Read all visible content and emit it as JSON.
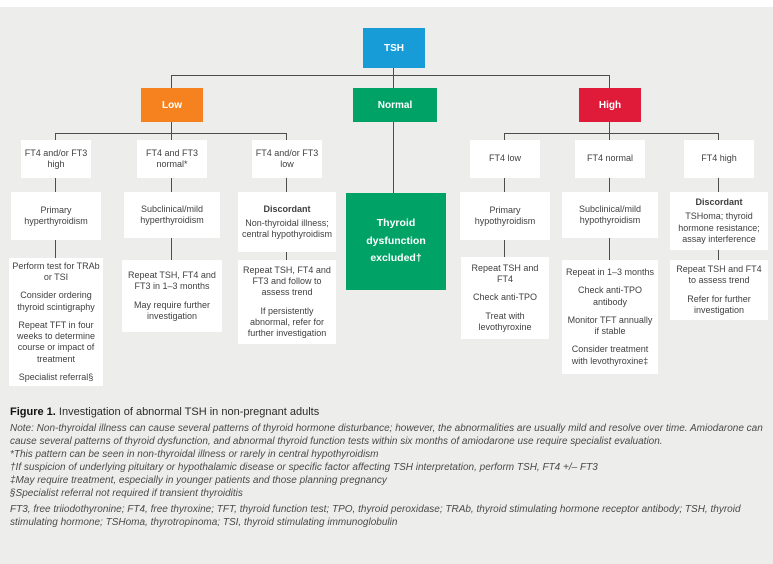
{
  "colors": {
    "root_blue": "#189cd8",
    "low_orange": "#f5821f",
    "normal_green": "#00a266",
    "high_red": "#e01b39",
    "connector_line": "#4d4d4d",
    "panel_background": "#ededeb"
  },
  "figure": {
    "root_label": "TSH",
    "branch_low": "Low",
    "branch_normal": "Normal",
    "branch_high": "High",
    "normal_outcome": "Thyroid dysfunction excluded†",
    "columns": [
      {
        "condition": "FT4 and/or FT3 high",
        "diagnosis": "Primary hyperthyroidism",
        "actions": [
          "Perform test for TRAb or TSI",
          "Consider ordering thyroid scintigraphy",
          "Repeat TFT in four weeks to determine course or impact of treatment",
          "Specialist referral§"
        ]
      },
      {
        "condition": "FT4 and FT3 normal*",
        "diagnosis": "Subclinical/mild hyperthyroidism",
        "actions": [
          "Repeat TSH, FT4 and FT3 in 1–3 months",
          "May require further investigation"
        ]
      },
      {
        "condition": "FT4 and/or FT3 low",
        "heading": "Discordant",
        "diagnosis": "Non-thyroidal illness; central hypothyroidism",
        "actions": [
          "Repeat TSH, FT4 and FT3 and follow to assess trend",
          "If persistently abnormal, refer for further investigation"
        ]
      },
      {
        "condition": "FT4 low",
        "diagnosis": "Primary hypothyroidism",
        "actions": [
          "Repeat TSH and FT4",
          "Check anti-TPO",
          "Treat with levothyroxine"
        ]
      },
      {
        "condition": "FT4 normal",
        "diagnosis": "Subclinical/mild hypothyroidism",
        "actions": [
          "Repeat in 1–3 months",
          "Check anti-TPO antibody",
          "Monitor TFT annually if stable",
          "Consider treatment with levothyroxine‡"
        ]
      },
      {
        "condition": "FT4 high",
        "heading": "Discordant",
        "diagnosis": "TSHoma; thyroid hormone resistance; assay interference",
        "actions": [
          "Repeat TSH and FT4 to assess trend",
          "Refer for further investigation"
        ]
      }
    ]
  },
  "caption": {
    "label": "Figure 1.",
    "text": " Investigation of abnormal TSH in non-pregnant adults"
  },
  "note": "Note: Non-thyroidal illness can cause several patterns of thyroid hormone disturbance; however, the abnormalities are usually mild and resolve over time. Amiodarone can cause several patterns of thyroid dysfunction, and abnormal thyroid function tests within six months of amiodarone use require specialist evaluation.",
  "footnotes": [
    "*This pattern can be seen in non-thyroidal illness or rarely in central hypothyroidism",
    "†If suspicion of underlying pituitary or hypothalamic disease or specific factor affecting TSH interpretation, perform TSH, FT4 +/– FT3",
    "‡May require treatment, especially in younger patients and those planning pregnancy",
    "§Specialist referral not required if transient thyroiditis"
  ],
  "abbreviations": "FT3, free triiodothyronine; FT4, free thyroxine; TFT, thyroid function test; TPO, thyroid peroxidase; TRAb, thyroid stimulating hormone receptor antibody; TSH, thyroid stimulating hormone; TSHoma, thyrotropinoma; TSI, thyroid stimulating immunoglobulin"
}
